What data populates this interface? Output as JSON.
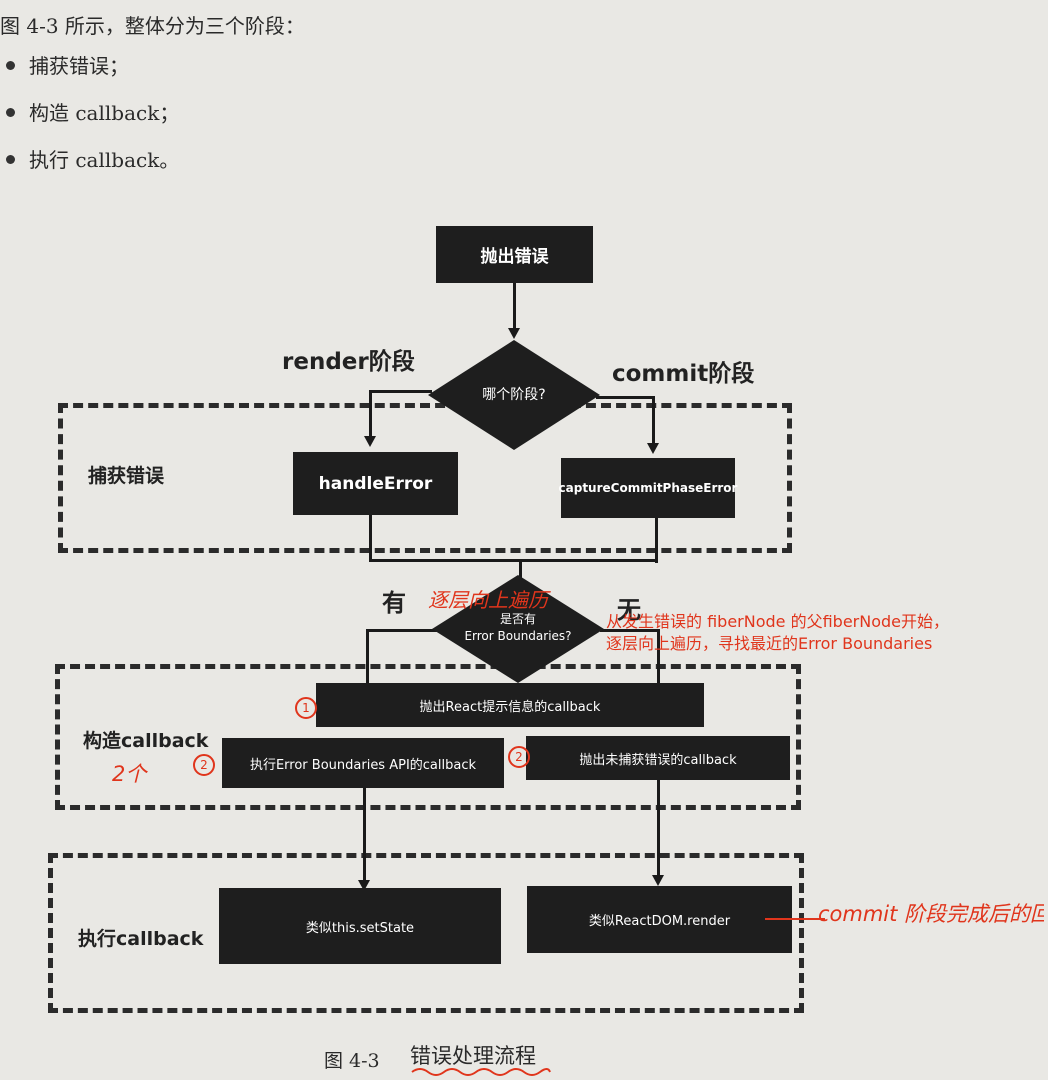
{
  "intro": {
    "text": "图 4-3 所示，整体分为三个阶段：",
    "bullets": [
      "捕获错误；",
      "构造 callback；",
      "执行 callback。"
    ]
  },
  "flowchart": {
    "throw_error": "抛出错误",
    "which_phase": "哪个阶段?",
    "render_phase": "render阶段",
    "commit_phase": "commit阶段",
    "catch_section": "捕获错误",
    "handle_error": "handleError",
    "capture_commit": "captureCommitPhaseError",
    "yes_label": "有",
    "no_label": "无",
    "has_eb_line1": "是否有",
    "has_eb_line2": "Error Boundaries?",
    "construct_section": "构造callback",
    "react_tip_callback": "抛出React提示信息的callback",
    "eb_api_callback": "执行Error Boundaries API的callback",
    "uncaught_callback": "抛出未捕获错误的callback",
    "execute_section": "执行callback",
    "set_state": "类似this.setState",
    "dom_render": "类似ReactDOM.render"
  },
  "caption": {
    "figure_no": "图 4-3",
    "title": "错误处理流程"
  },
  "annotations": {
    "red_note_line1": "从发生错误的 fiberNode 的父fiberNode开始，",
    "red_note_line2": "逐层向上遍历，寻找最近的Error Boundaries",
    "handwritten_traverse": "逐层向上遍历",
    "handwritten_count": "2个",
    "mark_1": "1",
    "mark_2a": "2",
    "mark_2b": "2",
    "handwritten_commit": "commit 阶段完成后的回调"
  },
  "colors": {
    "page": "#e9e8e4",
    "box": "#1e1e1e",
    "annotation_red": "#e0351c"
  }
}
